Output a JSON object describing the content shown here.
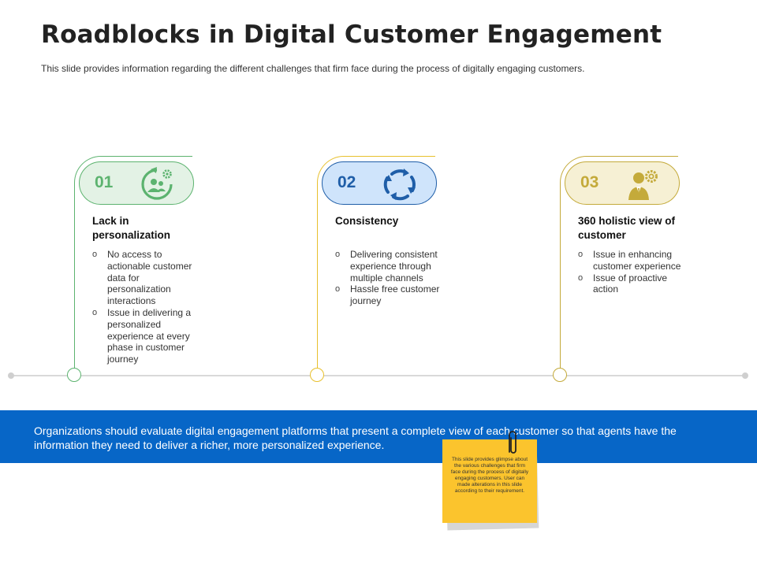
{
  "title": "Roadblocks in Digital Customer Engagement",
  "subtitle": "This slide provides information regarding the different challenges that firm face during the process of digitally engaging customers.",
  "colors": {
    "green": "#5cb36f",
    "yellow": "#e8c02d",
    "blue_dark": "#1f5ea8",
    "olive": "#c4aa3a",
    "banner": "#0766c7",
    "sticky": "#fbc42d"
  },
  "cards": [
    {
      "number": "01",
      "icon": "user-gear-cycle-icon",
      "title": "Lack in personalization",
      "points": [
        "No access to actionable customer data for personalization interactions",
        "Issue in delivering a personalized experience at every phase in customer journey"
      ]
    },
    {
      "number": "02",
      "icon": "circular-arrows-icon",
      "title": "Consistency",
      "points": [
        "Delivering consistent experience through multiple channels",
        "Hassle free customer journey"
      ]
    },
    {
      "number": "03",
      "icon": "businessman-gear-icon",
      "title": "360 holistic view of customer",
      "points": [
        "Issue in enhancing customer experience",
        "Issue of proactive action"
      ]
    }
  ],
  "banner": {
    "text": "Organizations should evaluate digital engagement platforms that present a complete view of each customer so that agents have the information they need to deliver a richer, more personalized experience."
  },
  "sticky_note": {
    "text": "This slide provides glimpse about the various challenges that firm face during the process of digitally engaging customers. User can made alterations in this slide according to their requirement."
  }
}
